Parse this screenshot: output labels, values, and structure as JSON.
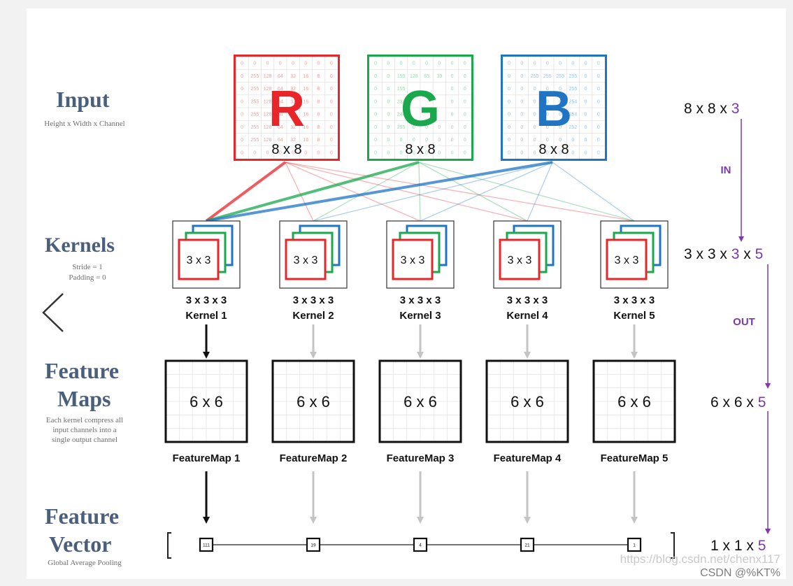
{
  "rows": {
    "input": {
      "title": "Input",
      "subtitle": "Height x Width x Channel"
    },
    "kernels": {
      "title": "Kernels",
      "subtitle_1": "Stride = 1",
      "subtitle_2": "Padding = 0"
    },
    "feature_maps": {
      "title_1": "Feature",
      "title_2": "Maps",
      "subtitle_1": "Each kernel compress all",
      "subtitle_2": "input channels into a",
      "subtitle_3": "single output channel"
    },
    "feature_vector": {
      "title_1": "Feature",
      "title_2": "Vector",
      "subtitle": "Global Average Pooling"
    }
  },
  "channels": [
    {
      "letter": "R",
      "size": "8 x 8",
      "color": "#e8262a",
      "grid": [
        [
          "0",
          "0",
          "0",
          "0",
          "0",
          "0",
          "0",
          "0"
        ],
        [
          "0",
          "255",
          "128",
          "64",
          "32",
          "16",
          "8",
          "0"
        ],
        [
          "0",
          "255",
          "128",
          "64",
          "32",
          "16",
          "8",
          "0"
        ],
        [
          "0",
          "255",
          "128",
          "64",
          "32",
          "16",
          "8",
          "0"
        ],
        [
          "0",
          "255",
          "128",
          "64",
          "32",
          "16",
          "8",
          "0"
        ],
        [
          "0",
          "255",
          "128",
          "64",
          "32",
          "16",
          "8",
          "0"
        ],
        [
          "0",
          "255",
          "128",
          "64",
          "32",
          "16",
          "8",
          "0"
        ],
        [
          "0",
          "0",
          "0",
          "0",
          "0",
          "0",
          "0",
          "0"
        ]
      ]
    },
    {
      "letter": "G",
      "size": "8 x 8",
      "color": "#1aa84c",
      "grid": [
        [
          "0",
          "0",
          "0",
          "0",
          "0",
          "0",
          "0",
          "0"
        ],
        [
          "0",
          "0",
          "155",
          "128",
          "65",
          "39",
          "0",
          "0"
        ],
        [
          "0",
          "0",
          "155",
          "",
          "",
          "",
          "0",
          "0"
        ],
        [
          "0",
          "0",
          "233",
          "",
          "",
          "",
          "0",
          "0"
        ],
        [
          "0",
          "0",
          "244",
          "",
          "",
          "",
          "0",
          "0"
        ],
        [
          "0",
          "0",
          "255",
          "0",
          "0",
          "0",
          "0",
          "0"
        ],
        [
          "0",
          "0",
          "0",
          "0",
          "0",
          "0",
          "0",
          "0"
        ],
        [
          "0",
          "0",
          "0",
          "0",
          "0",
          "0",
          "0",
          "0"
        ]
      ]
    },
    {
      "letter": "B",
      "size": "8 x 8",
      "color": "#1f74c4",
      "grid": [
        [
          "0",
          "0",
          "0",
          "0",
          "0",
          "0",
          "0",
          "0"
        ],
        [
          "0",
          "0",
          "255",
          "255",
          "255",
          "255",
          "0",
          "0"
        ],
        [
          "0",
          "0",
          "0",
          "0",
          "0",
          "255",
          "0",
          "0"
        ],
        [
          "0",
          "0",
          "0",
          "0",
          "0",
          "254",
          "0",
          "0"
        ],
        [
          "0",
          "0",
          "0",
          "0",
          "0",
          "254",
          "0",
          "0"
        ],
        [
          "0",
          "0",
          "0",
          "0",
          "0",
          "252",
          "0",
          "0"
        ],
        [
          "0",
          "0",
          "0",
          "0",
          "0",
          "0",
          "0",
          "0"
        ],
        [
          "0",
          "0",
          "0",
          "0",
          "0",
          "0",
          "0",
          "0"
        ]
      ]
    }
  ],
  "kernels": [
    {
      "inner": "3 x 3",
      "dims": "3 x 3 x 3",
      "name": "Kernel 1"
    },
    {
      "inner": "3 x 3",
      "dims": "3 x 3 x 3",
      "name": "Kernel 2"
    },
    {
      "inner": "3 x 3",
      "dims": "3 x 3 x 3",
      "name": "Kernel 3"
    },
    {
      "inner": "3 x 3",
      "dims": "3 x 3 x 3",
      "name": "Kernel 4"
    },
    {
      "inner": "3 x 3",
      "dims": "3 x 3 x 3",
      "name": "Kernel 5"
    }
  ],
  "feature_maps": [
    {
      "size": "6 x 6",
      "name": "FeatureMap 1"
    },
    {
      "size": "6 x 6",
      "name": "FeatureMap 2"
    },
    {
      "size": "6 x 6",
      "name": "FeatureMap 3"
    },
    {
      "size": "6 x 6",
      "name": "FeatureMap 4"
    },
    {
      "size": "6 x 6",
      "name": "FeatureMap 5"
    }
  ],
  "vector_values": [
    "111",
    "19",
    "4",
    "21",
    "1"
  ],
  "right_dims": {
    "input": {
      "base": "8 x 8 x ",
      "accent": "3"
    },
    "in_label": "IN",
    "kernels": {
      "base": "3 x 3 x ",
      "accent1": "3",
      "mid": " x ",
      "accent2": "5"
    },
    "out_label": "OUT",
    "maps": {
      "base": "6 x 6 x ",
      "accent": "5"
    },
    "vector": {
      "base": "1 x 1 x ",
      "accent": "5"
    }
  },
  "colors": {
    "label": "#4a5f7c",
    "accent_purple": "#7a3aa8",
    "red": "#e8262a",
    "green": "#1aa84c",
    "blue": "#1f74c4",
    "gray_arrow": "#c4c4c4"
  },
  "watermark": {
    "url": "https://blog.csdn.net/chenx117",
    "credit": "CSDN @%KT%"
  },
  "icons": {
    "back": "chevron-left-icon"
  }
}
